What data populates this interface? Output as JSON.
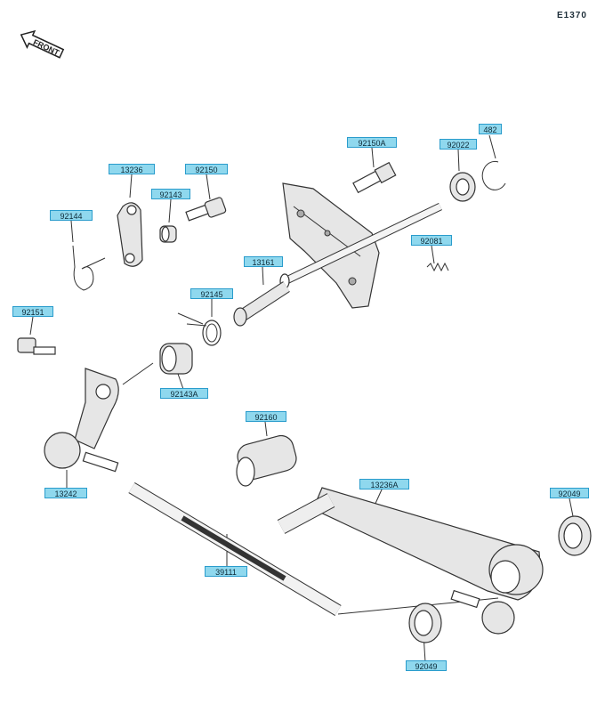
{
  "diagram_code": "E1370",
  "front_label": "FRONT",
  "parts": [
    {
      "id": "p13236",
      "number": "13236"
    },
    {
      "id": "p92150",
      "number": "92150"
    },
    {
      "id": "p92150a",
      "number": "92150A"
    },
    {
      "id": "p92022",
      "number": "92022"
    },
    {
      "id": "p482",
      "number": "482"
    },
    {
      "id": "p92143",
      "number": "92143"
    },
    {
      "id": "p92144",
      "number": "92144"
    },
    {
      "id": "p92081",
      "number": "92081"
    },
    {
      "id": "p13161",
      "number": "13161"
    },
    {
      "id": "p92145",
      "number": "92145"
    },
    {
      "id": "p92151",
      "number": "92151"
    },
    {
      "id": "p92143a",
      "number": "92143A"
    },
    {
      "id": "p92160",
      "number": "92160"
    },
    {
      "id": "p13242",
      "number": "13242"
    },
    {
      "id": "p13236a",
      "number": "13236A"
    },
    {
      "id": "p92049a",
      "number": "92049"
    },
    {
      "id": "p39111",
      "number": "39111"
    },
    {
      "id": "p92049b",
      "number": "92049"
    }
  ]
}
